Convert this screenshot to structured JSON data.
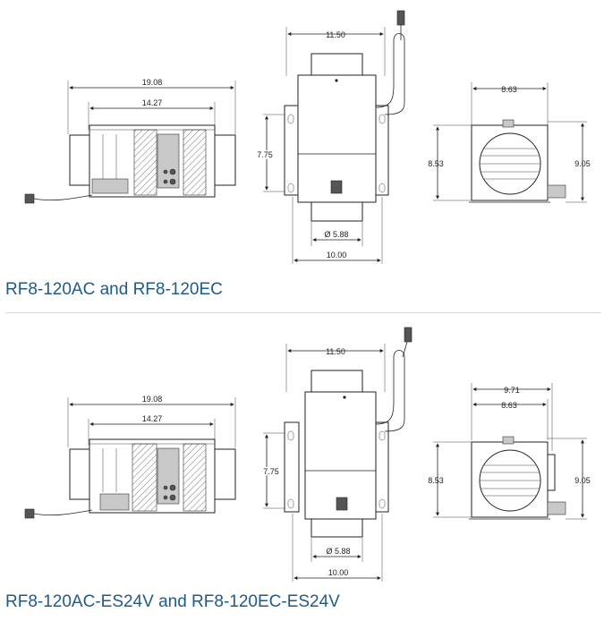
{
  "models": [
    {
      "caption": "RF8-120AC and RF8-120EC",
      "side": {
        "overall": "19.08",
        "inner": "14.27"
      },
      "front": {
        "width": "11.50",
        "height": "7.75",
        "diameter": "Ø 5.88",
        "base": "10.00"
      },
      "end": {
        "width": "8.63",
        "height_left": "8.53",
        "height_right": "9.05"
      }
    },
    {
      "caption": "RF8-120AC-ES24V and RF8-120EC-ES24V",
      "side": {
        "overall": "19.08",
        "inner": "14.27"
      },
      "front": {
        "width": "11.50",
        "height": "7.75",
        "diameter": "Ø 5.88",
        "base": "10.00"
      },
      "end": {
        "width_outer": "9.71",
        "width": "8.63",
        "height_left": "8.53",
        "height_right": "9.05"
      }
    }
  ]
}
